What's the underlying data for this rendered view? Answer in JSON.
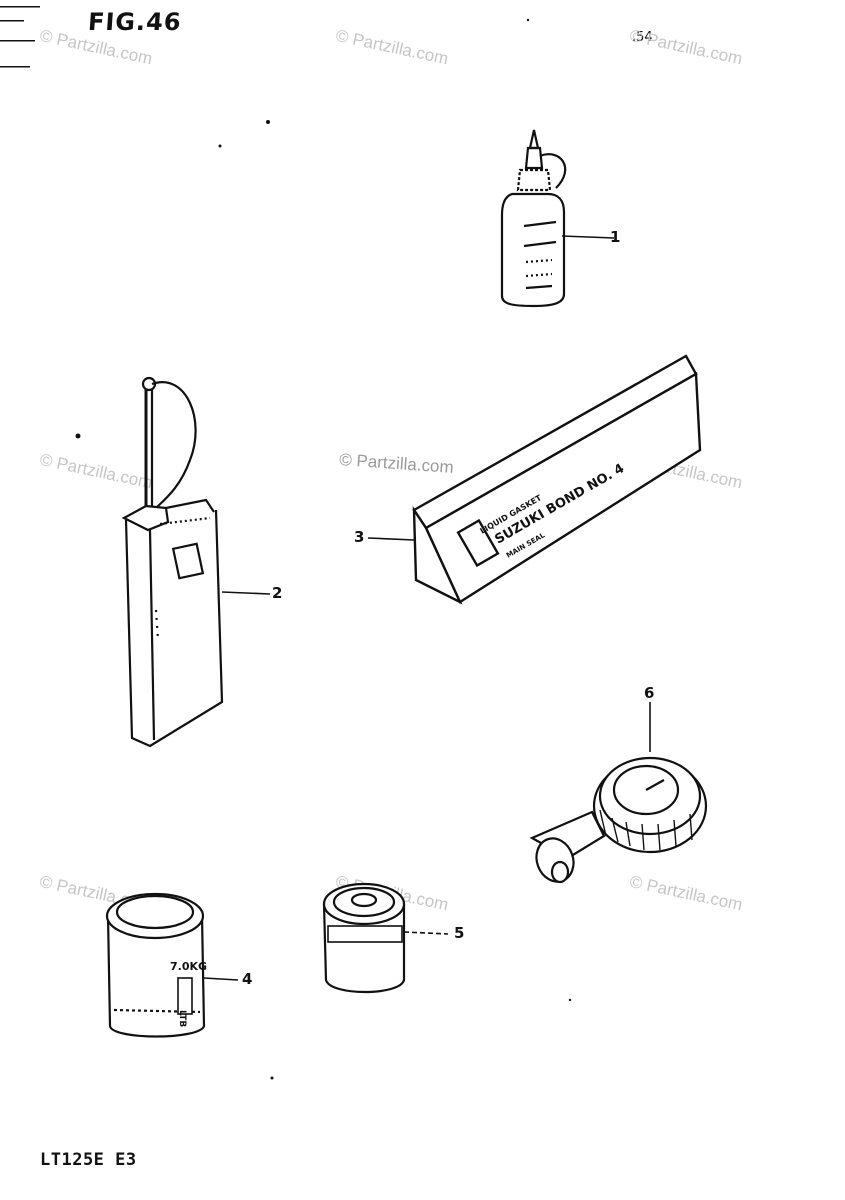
{
  "figure": {
    "title": "FIG.46",
    "model": "LT125E E3",
    "corner_mark": ".54"
  },
  "watermark": "© Partzilla.com",
  "callouts": [
    "1",
    "2",
    "3",
    "4",
    "5",
    "6"
  ],
  "box_labels": {
    "line1": "LIQUID GASKET",
    "line2": "SUZUKI BOND NO. 4",
    "line3": "MAIN SEAL"
  },
  "can4_labels": {
    "a": "7.0KG",
    "b": "LTB"
  }
}
